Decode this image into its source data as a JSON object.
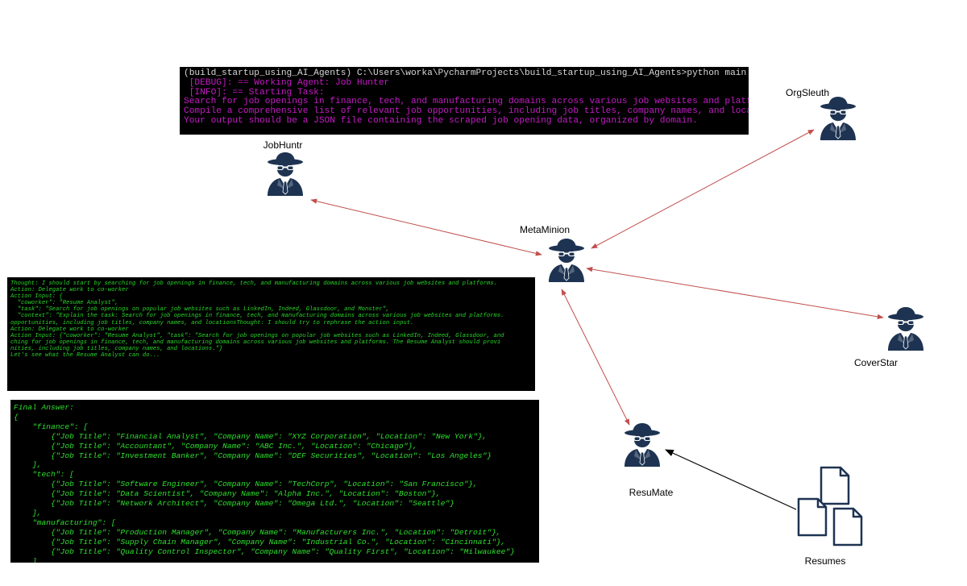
{
  "terminal_top": {
    "lines": [
      "(build_startup_using_AI_Agents) C:\\Users\\worka\\PycharmProjects\\build_startup_using_AI_Agents>python main.py",
      " [DEBUG]: == Working Agent: Job Hunter",
      " [INFO]: == Starting Task:",
      "Search for job openings in finance, tech, and manufacturing domains across various job websites and platforms.",
      "Compile a comprehensive list of relevant job opportunities, including job titles, company names, and locations.",
      "Your output should be a JSON file containing the scraped job opening data, organized by domain."
    ]
  },
  "terminal_mid": {
    "lines": [
      "Thought: I should start by searching for job openings in finance, tech, and manufacturing domains across various job websites and platforms.",
      "",
      "Action: Delegate work to co-worker",
      "",
      "Action Input: {",
      "  \"coworker\": \"Resume Analyst\",",
      "  \"task\": \"Search for job openings on popular job websites such as LinkedIn, Indeed, Glassdoor, and Monster\",",
      "  \"context\": \"Explain the task: Search for job openings in finance, tech, and manufacturing domains across various job websites and platforms.",
      "opportunities, including job titles, company names, and locationsThought: I should try to rephrase the action input.",
      "",
      "Action: Delegate work to co-worker",
      "Action Input: {\"coworker\": \"Resume Analyst\", \"task\": \"Search for job openings on popular job websites such as LinkedIn, Indeed, Glassdoor, and",
      "ching for job openings in finance, tech, and manufacturing domains across various job websites and platforms. The Resume Analyst should provi",
      "nities, including job titles, company names, and locations.\"}",
      "",
      "Let's see what the Resume Analyst can do..."
    ]
  },
  "terminal_final": {
    "lines": [
      "Final Answer:",
      "{",
      "    \"finance\": [",
      "        {\"Job Title\": \"Financial Analyst\", \"Company Name\": \"XYZ Corporation\", \"Location\": \"New York\"},",
      "        {\"Job Title\": \"Accountant\", \"Company Name\": \"ABC Inc.\", \"Location\": \"Chicago\"},",
      "        {\"Job Title\": \"Investment Banker\", \"Company Name\": \"DEF Securities\", \"Location\": \"Los Angeles\"}",
      "    ],",
      "    \"tech\": [",
      "        {\"Job Title\": \"Software Engineer\", \"Company Name\": \"TechCorp\", \"Location\": \"San Francisco\"},",
      "        {\"Job Title\": \"Data Scientist\", \"Company Name\": \"Alpha Inc.\", \"Location\": \"Boston\"},",
      "        {\"Job Title\": \"Network Architect\", \"Company Name\": \"Omega Ltd.\", \"Location\": \"Seattle\"}",
      "    ],",
      "    \"manufacturing\": [",
      "        {\"Job Title\": \"Production Manager\", \"Company Name\": \"Manufacturers Inc.\", \"Location\": \"Detroit\"},",
      "        {\"Job Title\": \"Supply Chain Manager\", \"Company Name\": \"Industrial Co.\", \"Location\": \"Cincinnati\"},",
      "        {\"Job Title\": \"Quality Control Inspector\", \"Company Name\": \"Quality First\", \"Location\": \"Milwaukee\"}",
      "    ]",
      "}"
    ]
  },
  "nodes": {
    "orgsleuth": "OrgSleuth",
    "jobhuntr": "JobHuntr",
    "metaminion": "MetaMinion",
    "coverstar": "CoverStar",
    "resumate": "ResuMate",
    "resumes": "Resumes"
  },
  "icons": {
    "agent": "spy-agent-icon",
    "document": "document-icon"
  },
  "colors": {
    "agent_fill": "#1e3352",
    "connector_red": "#c0504d",
    "connector_black": "#000000",
    "terminal_bg": "#000000",
    "terminal_magenta": "#c61bc6",
    "terminal_green": "#2ee02e"
  }
}
